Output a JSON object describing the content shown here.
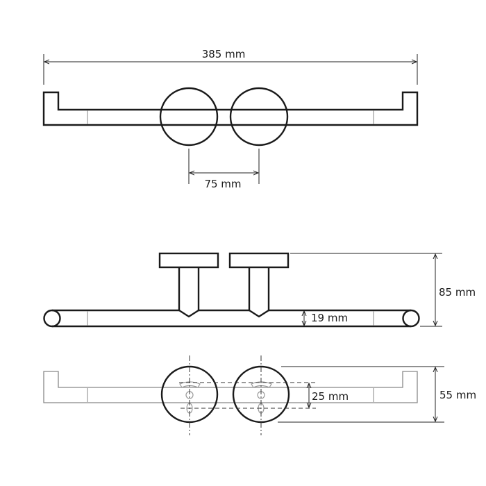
{
  "dimensions": {
    "total_length": "385 mm",
    "mount_spacing": "75 mm",
    "depth": "85 mm",
    "bar_diameter": "19 mm",
    "height": "55 mm",
    "screw_spacing": "25 mm"
  },
  "colors": {
    "line": "#1a1a1a",
    "hidden": "#999999"
  }
}
